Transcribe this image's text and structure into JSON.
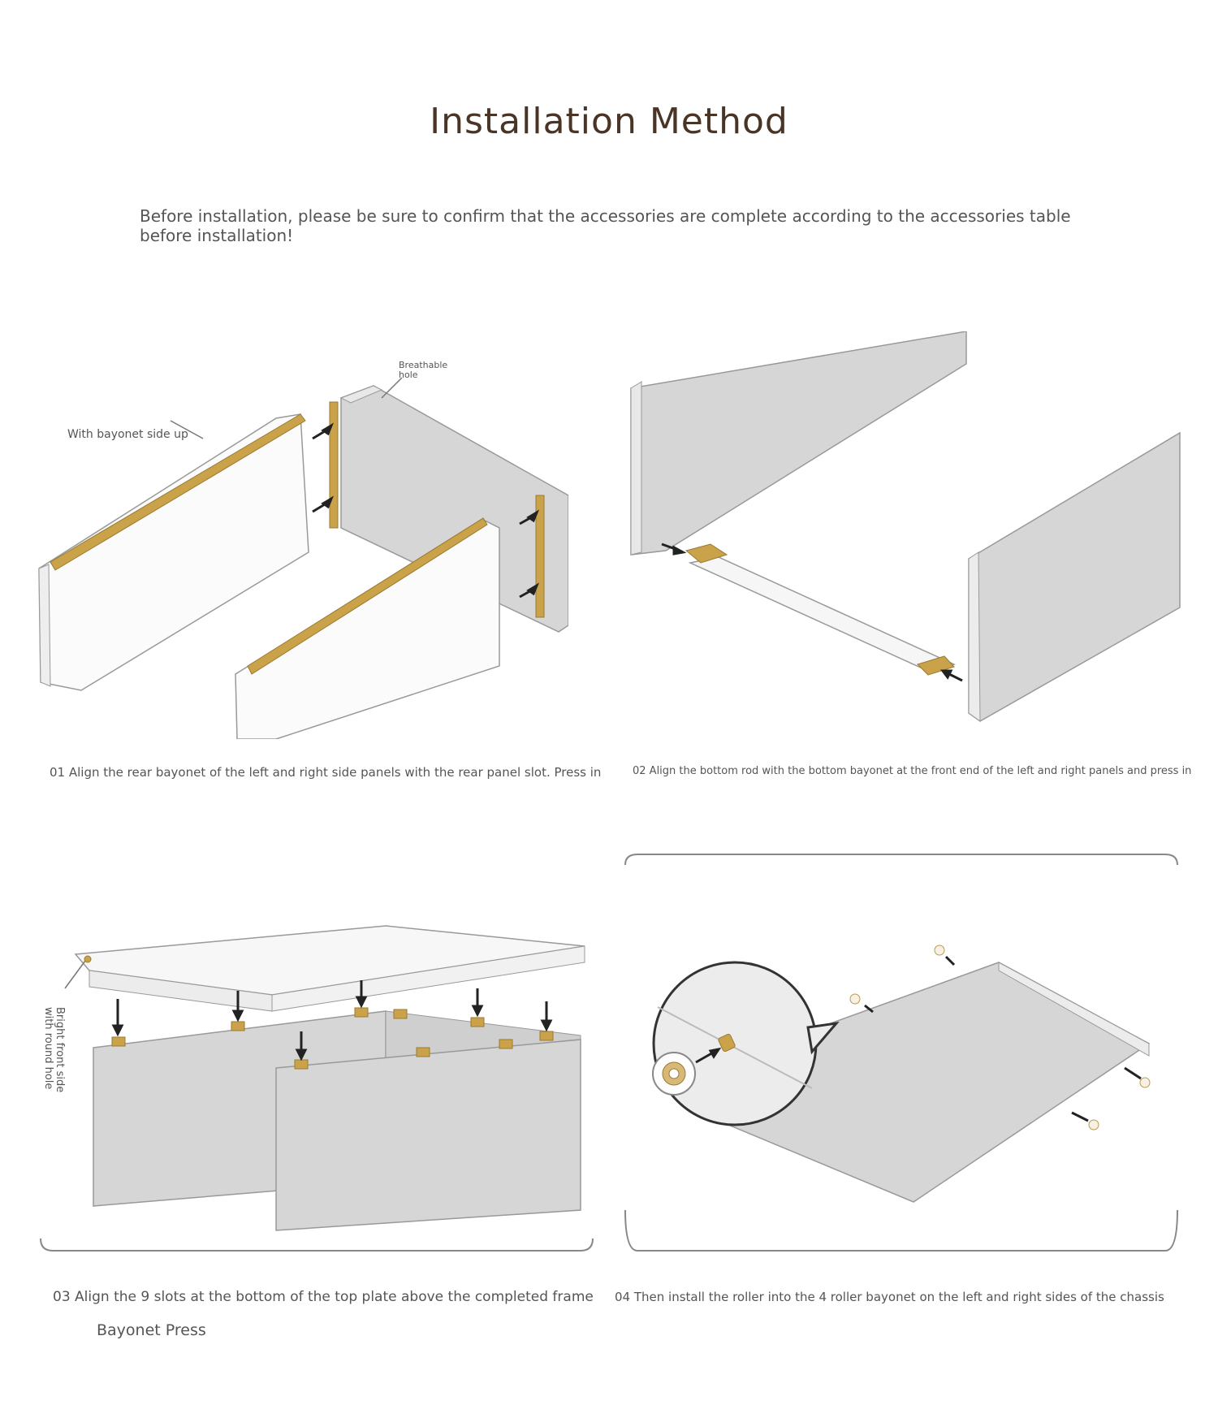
{
  "page": {
    "title": "Installation Method",
    "intro": "Before installation, please be sure to confirm that the accessories are complete according to the accessories table before installation!"
  },
  "steps": [
    {
      "caption": "01 Align the rear bayonet of the left and right side panels with the rear panel slot. Press in",
      "labels": {
        "bayonet_side_up": "With bayonet side up",
        "breathable_hole": "Breathable hole"
      }
    },
    {
      "caption": "02 Align the bottom rod with the bottom bayonet at the front end of the left and right panels and press in"
    },
    {
      "caption": "03 Align the 9 slots at the bottom of the top plate above the completed frame",
      "caption_cont": "Bayonet Press",
      "labels": {
        "round_hole": "Bright front side with round hole"
      }
    },
    {
      "caption": "04 Then install the roller into the 4 roller bayonet on the left and right sides of the chassis"
    }
  ],
  "colors": {
    "title": "#4a3426",
    "panel_fill": "#d6d6d6",
    "bayonet_gold": "#c9a24a",
    "line": "#777777"
  }
}
